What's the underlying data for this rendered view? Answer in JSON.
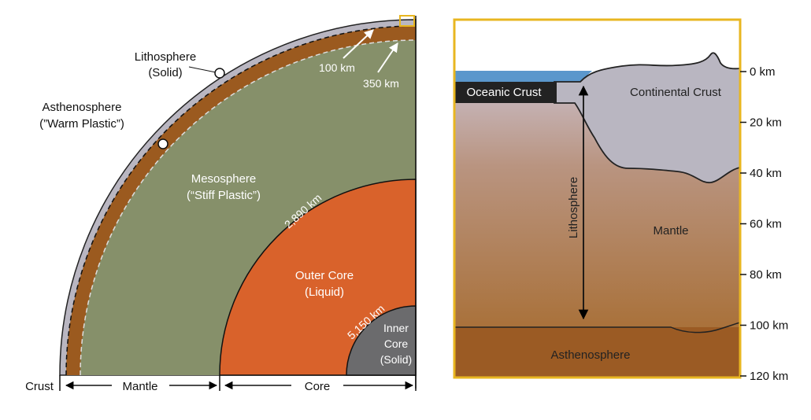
{
  "left": {
    "lithosphere_label": "Lithosphere",
    "lithosphere_state": "(Solid)",
    "asthenosphere_label": "Asthenosphere",
    "asthenosphere_state": "(”Warm Plastic”)",
    "mesosphere_label": "Mesosphere",
    "mesosphere_state": "(“Stiff Plastic”)",
    "outer_core_label": "Outer Core",
    "outer_core_state": "(Liquid)",
    "inner_core_label": "Inner",
    "inner_core_label2": "Core",
    "inner_core_state": "(Solid)",
    "depth_100": "100 km",
    "depth_350": "350 km",
    "depth_2890": "2,890 km",
    "depth_5150": "5,150 km",
    "bottom_crust": "Crust",
    "bottom_mantle": "Mantle",
    "bottom_core": "Core"
  },
  "right": {
    "oceanic_crust": "Oceanic Crust",
    "continental_crust": "Continental Crust",
    "lithosphere": "Lithosphere",
    "mantle": "Mantle",
    "asthenosphere": "Asthenosphere",
    "depth_ticks": [
      "0 km",
      "20 km",
      "40 km",
      "60 km",
      "80 km",
      "100 km",
      "120 km"
    ]
  },
  "colors": {
    "crust": "#b9b6c1",
    "asthenosphere_band": "#9b5a1f",
    "mesosphere": "#86906a",
    "outer_core": "#d9622b",
    "inner_core": "#6b6b6d",
    "ocean": "#5b97cc",
    "frame": "#e8b620",
    "label_bg": "#222222"
  }
}
